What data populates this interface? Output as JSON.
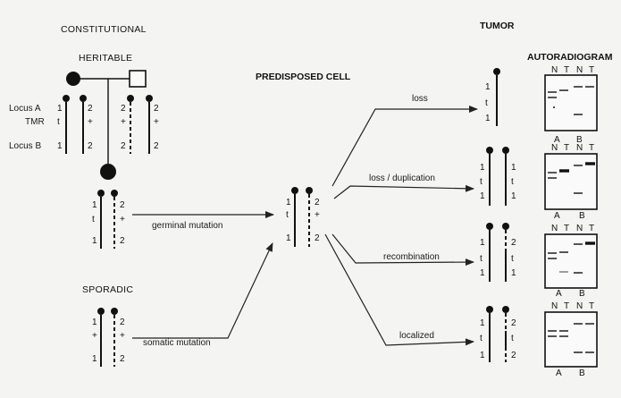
{
  "headers": {
    "constitutional": "CONSTITUTIONAL",
    "heritable": "HERITABLE",
    "predisposed": "PREDISPOSED CELL",
    "tumor": "TUMOR",
    "autoradiogram": "AUTORADIOGRAM",
    "sporadic": "SPORADIC"
  },
  "locus_labels": {
    "a": "Locus A",
    "tmr": "TMR",
    "b": "Locus B"
  },
  "alleles": {
    "one": "1",
    "two": "2",
    "t": "t",
    "plus": "+"
  },
  "arrows": {
    "germinal": "germinal mutation",
    "somatic": "somatic mutation",
    "loss": "loss",
    "loss_dup": "loss / duplication",
    "recomb": "recombination",
    "localized": "localized"
  },
  "autorad": {
    "lane_headers": [
      "N",
      "T",
      "N",
      "T"
    ],
    "loci": [
      "A",
      "B"
    ]
  }
}
